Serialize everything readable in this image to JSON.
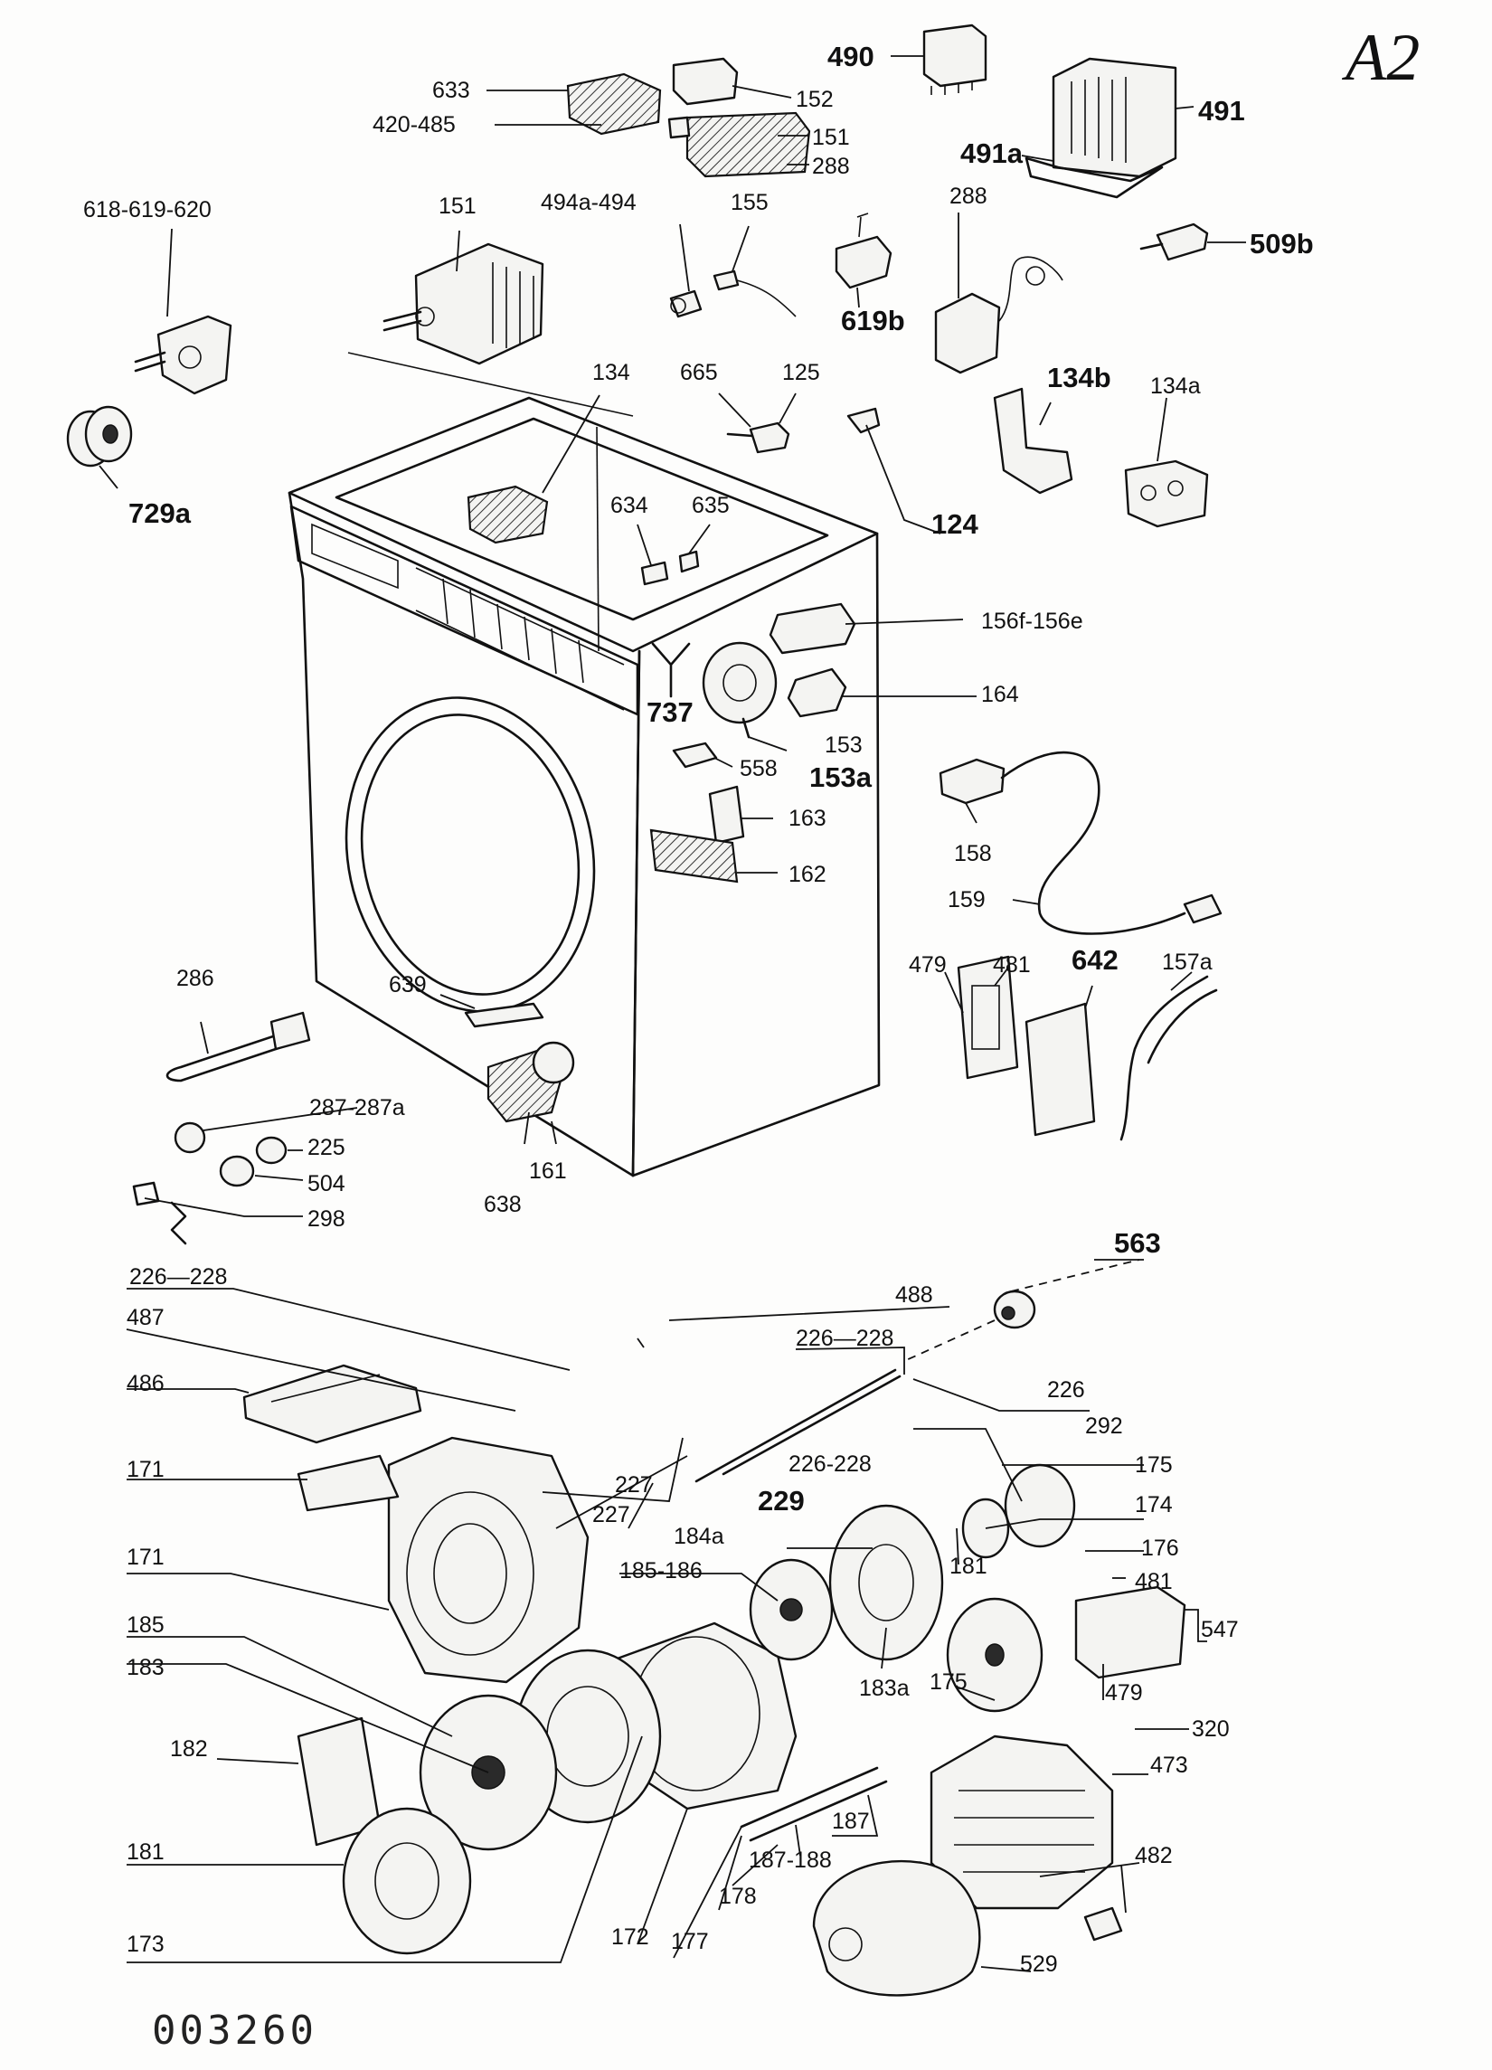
{
  "sheet_mark": "A2",
  "document_number": "003260",
  "callouts": [
    {
      "id": "490",
      "text": "490",
      "bold": true
    },
    {
      "id": "633",
      "text": "633"
    },
    {
      "id": "152",
      "text": "152"
    },
    {
      "id": "420-485",
      "text": "420-485"
    },
    {
      "id": "151-top",
      "text": "151"
    },
    {
      "id": "288-top",
      "text": "288"
    },
    {
      "id": "491",
      "text": "491",
      "bold": true
    },
    {
      "id": "491a",
      "text": "491a",
      "bold": true
    },
    {
      "id": "618-619-620",
      "text": "618-619-620"
    },
    {
      "id": "151",
      "text": "151"
    },
    {
      "id": "494a-494",
      "text": "494a-494"
    },
    {
      "id": "155",
      "text": "155"
    },
    {
      "id": "288",
      "text": "288"
    },
    {
      "id": "509b",
      "text": "509b",
      "bold": true
    },
    {
      "id": "619b",
      "text": "619b",
      "bold": true
    },
    {
      "id": "134",
      "text": "134"
    },
    {
      "id": "665",
      "text": "665"
    },
    {
      "id": "125",
      "text": "125"
    },
    {
      "id": "134b",
      "text": "134b",
      "bold": true
    },
    {
      "id": "134a",
      "text": "134a"
    },
    {
      "id": "729a",
      "text": "729a",
      "bold": true
    },
    {
      "id": "634",
      "text": "634"
    },
    {
      "id": "635",
      "text": "635"
    },
    {
      "id": "124",
      "text": "124",
      "bold": true
    },
    {
      "id": "156f-156e",
      "text": "156f-156e"
    },
    {
      "id": "164",
      "text": "164"
    },
    {
      "id": "737",
      "text": "737",
      "bold": true
    },
    {
      "id": "153",
      "text": "153"
    },
    {
      "id": "153a",
      "text": "153a",
      "bold": true
    },
    {
      "id": "558",
      "text": "558"
    },
    {
      "id": "163",
      "text": "163"
    },
    {
      "id": "162",
      "text": "162"
    },
    {
      "id": "158",
      "text": "158"
    },
    {
      "id": "159",
      "text": "159"
    },
    {
      "id": "479",
      "text": "479"
    },
    {
      "id": "481",
      "text": "481"
    },
    {
      "id": "642",
      "text": "642",
      "bold": true
    },
    {
      "id": "157a",
      "text": "157a"
    },
    {
      "id": "286",
      "text": "286"
    },
    {
      "id": "639",
      "text": "639"
    },
    {
      "id": "287-287a",
      "text": "287-287a"
    },
    {
      "id": "225",
      "text": "225"
    },
    {
      "id": "504",
      "text": "504"
    },
    {
      "id": "298",
      "text": "298"
    },
    {
      "id": "638",
      "text": "638"
    },
    {
      "id": "161",
      "text": "161"
    },
    {
      "id": "563",
      "text": "563"
    },
    {
      "id": "226-228-a",
      "text": "226—228"
    },
    {
      "id": "488",
      "text": "488"
    },
    {
      "id": "487",
      "text": "487"
    },
    {
      "id": "226-228-b",
      "text": "226—228"
    },
    {
      "id": "486",
      "text": "486"
    },
    {
      "id": "226",
      "text": "226"
    },
    {
      "id": "292",
      "text": "292"
    },
    {
      "id": "171-a",
      "text": "171"
    },
    {
      "id": "227-a",
      "text": "227"
    },
    {
      "id": "226-228-c",
      "text": "226-228"
    },
    {
      "id": "175-a",
      "text": "175"
    },
    {
      "id": "227-b",
      "text": "227"
    },
    {
      "id": "229",
      "text": "229"
    },
    {
      "id": "174",
      "text": "174"
    },
    {
      "id": "184a",
      "text": "184a"
    },
    {
      "id": "176",
      "text": "176"
    },
    {
      "id": "171-b",
      "text": "171"
    },
    {
      "id": "181-a",
      "text": "181"
    },
    {
      "id": "481-b",
      "text": "481"
    },
    {
      "id": "185-186",
      "text": "185-186"
    },
    {
      "id": "547",
      "text": "547"
    },
    {
      "id": "185",
      "text": "185"
    },
    {
      "id": "183a",
      "text": "183a"
    },
    {
      "id": "175-b",
      "text": "175"
    },
    {
      "id": "183",
      "text": "183"
    },
    {
      "id": "479-b",
      "text": "479"
    },
    {
      "id": "320",
      "text": "320"
    },
    {
      "id": "182",
      "text": "182"
    },
    {
      "id": "473",
      "text": "473"
    },
    {
      "id": "187",
      "text": "187"
    },
    {
      "id": "482",
      "text": "482"
    },
    {
      "id": "181-b",
      "text": "181"
    },
    {
      "id": "187-188",
      "text": "187-188"
    },
    {
      "id": "178",
      "text": "178"
    },
    {
      "id": "173",
      "text": "173"
    },
    {
      "id": "172",
      "text": "172"
    },
    {
      "id": "177",
      "text": "177"
    },
    {
      "id": "529",
      "text": "529"
    }
  ]
}
